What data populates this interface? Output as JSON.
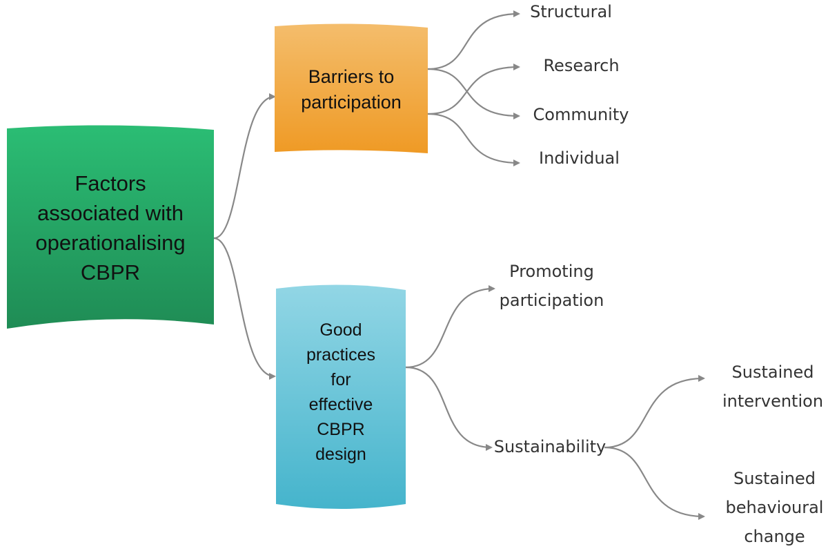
{
  "root": {
    "text": "Factors\nassociated with\noperationalising\nCBPR",
    "color": "#26a867"
  },
  "barriers": {
    "text": "Barriers to\nparticipation",
    "color": "#f0a640",
    "items": [
      "Structural",
      "Research",
      "Community",
      "Individual"
    ]
  },
  "practices": {
    "text": "Good\npractices\nfor\neffective\nCBPR\ndesign",
    "color": "#6ec6d8",
    "items": [
      "Promoting\nparticipation",
      "Sustainability"
    ]
  },
  "sustainability": {
    "items": [
      "Sustained\nintervention",
      "Sustained\nbehavioural\nchange"
    ]
  },
  "connector_color": "#888888"
}
